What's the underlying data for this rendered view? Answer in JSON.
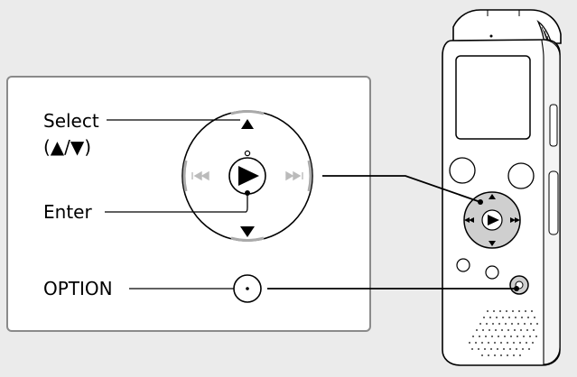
{
  "labels": {
    "select": "Select",
    "select_keys": "(▲/▼)",
    "enter": "Enter",
    "option": "OPTION"
  },
  "device": {
    "name": "IC recorder",
    "controls": [
      "select-up-key",
      "select-down-key",
      "play-enter-button",
      "previous-key",
      "next-key",
      "option-button"
    ]
  },
  "colors": {
    "background": "#ebebeb",
    "panel": "#ffffff",
    "panel_border": "#8a8a8a",
    "highlight": "#cfcfcf",
    "ink": "#000000"
  }
}
